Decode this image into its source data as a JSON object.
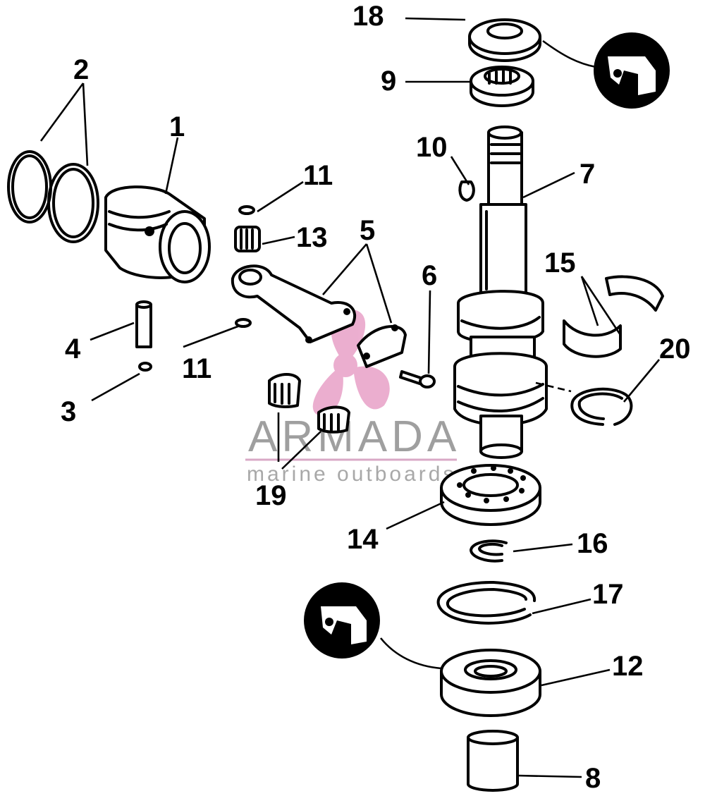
{
  "callouts": {
    "c1": "1",
    "c2": "2",
    "c3": "3",
    "c4": "4",
    "c5": "5",
    "c6": "6",
    "c7": "7",
    "c8": "8",
    "c9": "9",
    "c10": "10",
    "c11a": "11",
    "c11b": "11",
    "c12": "12",
    "c13": "13",
    "c14": "14",
    "c15": "15",
    "c16": "16",
    "c17": "17",
    "c18": "18",
    "c19": "19",
    "c20": "20"
  },
  "watermark": {
    "title": "ARMADA",
    "subtitle": "marine outboards",
    "accent": "#e79bc4",
    "gray": "#8f8f8f"
  },
  "icons": [
    "sealant-tube-icon",
    "sealant-tube-icon"
  ]
}
